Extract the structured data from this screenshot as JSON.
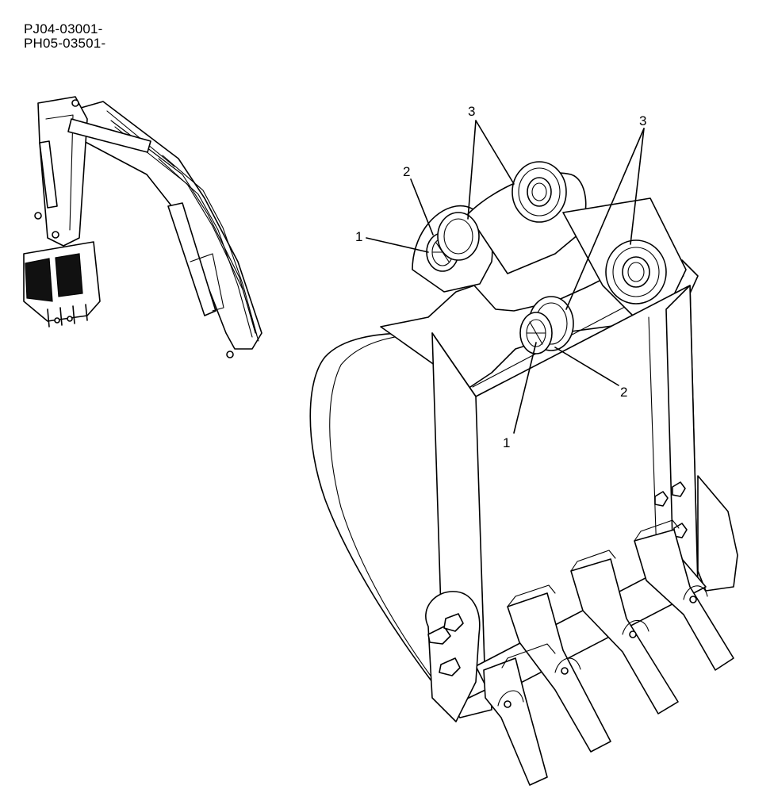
{
  "header": {
    "code_line_1": "PJ04-03001-",
    "code_line_2": "PH05-03501-"
  },
  "callouts": {
    "label_1_upper": "1",
    "label_1_lower": "1",
    "label_2_upper": "2",
    "label_2_lower": "2",
    "label_3_left": "3",
    "label_3_right": "3"
  }
}
